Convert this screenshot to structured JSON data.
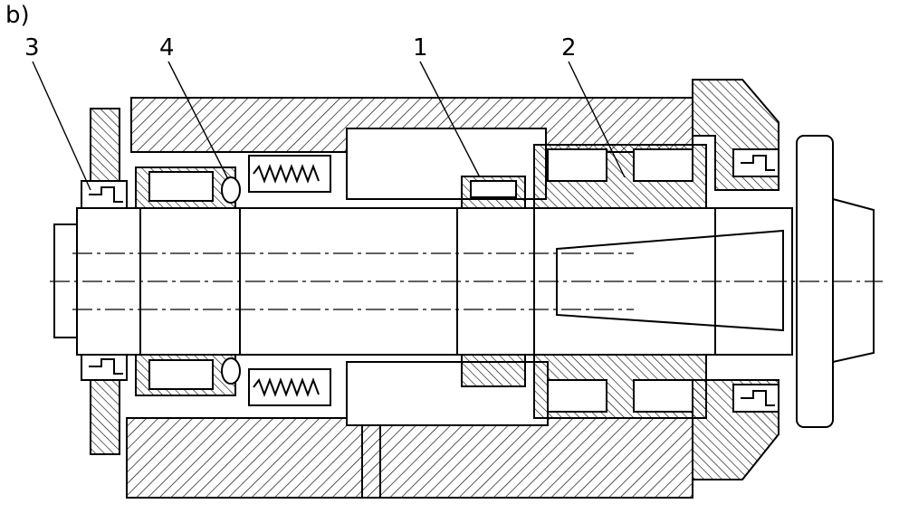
{
  "figure": {
    "panel_label": "b)",
    "callouts": [
      {
        "id": "callout-3",
        "text": "3"
      },
      {
        "id": "callout-4",
        "text": "4"
      },
      {
        "id": "callout-1",
        "text": "1"
      },
      {
        "id": "callout-2",
        "text": "2"
      }
    ]
  },
  "colors": {
    "ink": "#000000",
    "paper": "#ffffff"
  }
}
